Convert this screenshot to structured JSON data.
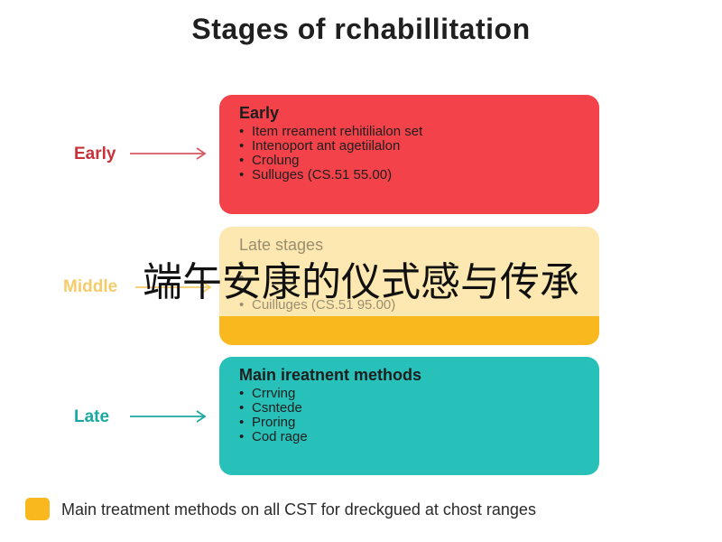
{
  "title": "Stages of rchabillitation",
  "side_labels": {
    "early": "Early",
    "middle": "Middle",
    "late": "Late"
  },
  "cards": {
    "early": {
      "title": "Early",
      "items": [
        "Item rreament rehitilialon set",
        "Intenoport ant agetiilalon",
        "Crolung",
        "Sulluges (CS.51 55.00)"
      ]
    },
    "middle": {
      "title": "Late stages",
      "items": [
        "",
        "",
        "Cuilluges (CS.51 95.00)"
      ]
    },
    "late": {
      "title": "Main ireatnent methods",
      "items": [
        "Crrving",
        "Csntede",
        "Proring",
        "Cod rage"
      ]
    }
  },
  "overlay_text": "端午安康的仪式感与传承",
  "legend": {
    "text": "Main treatment methods on all CST for dreckgued at chost ranges"
  },
  "colors": {
    "early": "#f4424a",
    "middle_light": "#fce8b0",
    "middle_band": "#f9b91e",
    "late": "#27c1ba",
    "early_label": "#c8323a",
    "middle_label": "#f5cc6a",
    "late_label": "#1aa8a0"
  }
}
